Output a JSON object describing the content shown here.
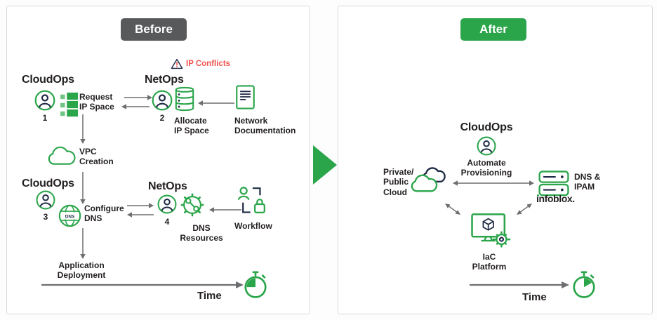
{
  "colors": {
    "green": "#2AA54A",
    "green_light": "#6FC584",
    "navy": "#1F2A44",
    "red": "#F0544F",
    "badge_gray": "#58595B",
    "arrow": "#6D6E71",
    "border": "#D9D9D9",
    "text": "#231F20"
  },
  "before": {
    "badge": "Before",
    "warning": "IP Conflicts",
    "cloudops1_title": "CloudOps",
    "step1_num": "1",
    "request_label": "Request\nIP Space",
    "netops1_title": "NetOps",
    "step2_num": "2",
    "allocate_label": "Allocate\nIP Space",
    "network_doc_label": "Network\nDocumentation",
    "vpc_label": "VPC\nCreation",
    "cloudops2_title": "CloudOps",
    "step3_num": "3",
    "configure_label": "Configure\nDNS",
    "netops2_title": "NetOps",
    "step4_num": "4",
    "dns_globe_text": "DNS",
    "dns_resources_label": "DNS\nResources",
    "workflow_label": "Workflow",
    "app_deploy_label": "Application\nDeployment",
    "time_label": "Time"
  },
  "after": {
    "badge": "After",
    "cloudops_title": "CloudOps",
    "automate_label": "Automate\nProvisioning",
    "cloud_label": "Private/\nPublic\nCloud",
    "dns_ipam_label": "DNS &\nIPAM",
    "brand": "infoblox.",
    "iac_label": "IaC\nPlatform",
    "time_label": "Time"
  }
}
